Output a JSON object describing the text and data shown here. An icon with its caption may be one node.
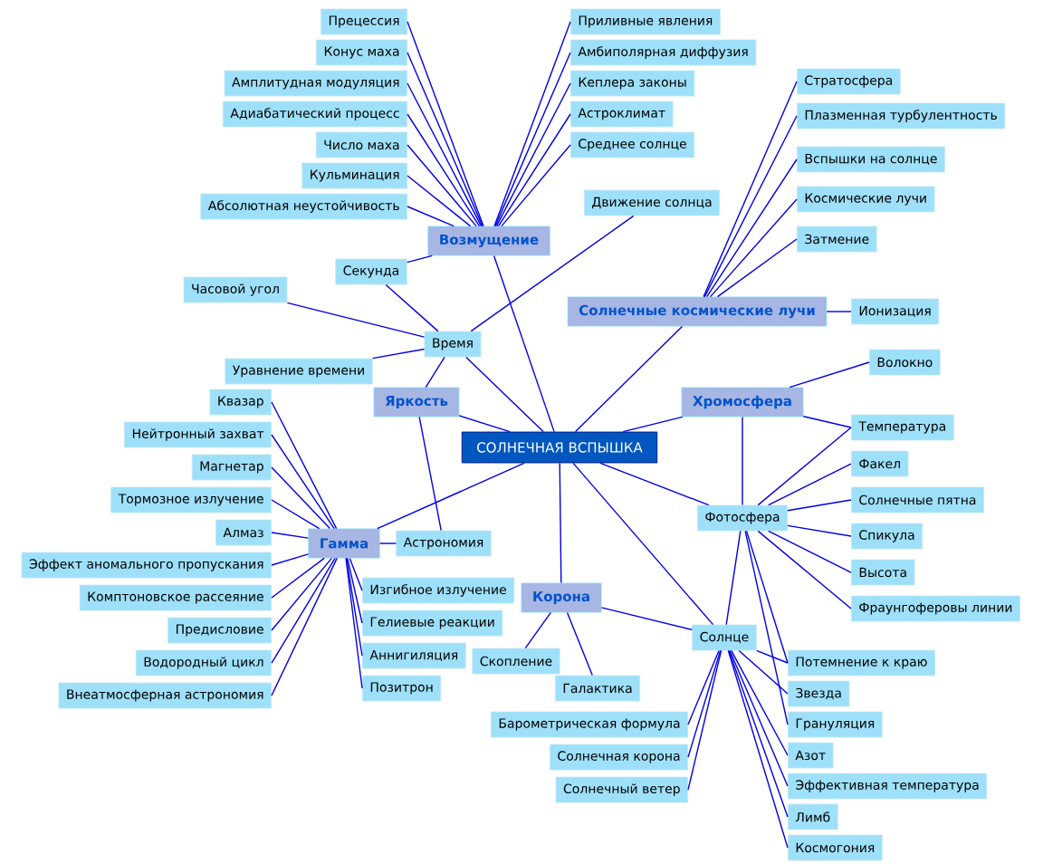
{
  "diagram": {
    "nodes": [
      {
        "text": [
          "Прецессия"
        ]
      },
      {
        "text": [
          "Приливные явления"
        ]
      },
      {
        "text": [
          "Конус маха"
        ]
      },
      {
        "text": [
          "Амбиполярная диффузия"
        ]
      },
      {
        "text": [
          "Амплитудная модуляция"
        ]
      },
      {
        "text": [
          "Кеплера законы"
        ]
      },
      {
        "text": [
          "Стратосфера"
        ]
      },
      {
        "text": [
          "Адиабатический процесс"
        ]
      },
      {
        "text": [
          "Астроклимат"
        ]
      },
      {
        "text": [
          "Плазменная турбулентность"
        ]
      },
      {
        "text": [
          "Число маха"
        ]
      },
      {
        "text": [
          "Кульминация"
        ]
      },
      {
        "text": [
          "Среднее солнце"
        ]
      },
      {
        "text": [
          "Вспышки на солнце"
        ]
      },
      {
        "text": [
          "Абсолютная неустойчивость"
        ]
      },
      {
        "text": [
          "Движение солнца"
        ]
      },
      {
        "text": [
          "Возмущение"
        ]
      },
      {
        "text": [
          "Космические лучи"
        ]
      },
      {
        "text": [
          "Часовой угол"
        ]
      },
      {
        "text": [
          "Секунда"
        ]
      },
      {
        "text": [
          "Затмение"
        ]
      },
      {
        "text": [
          "Солнечные космические лучи"
        ]
      },
      {
        "text": [
          "Ионизация"
        ]
      },
      {
        "text": [
          "Уравнение времени"
        ]
      },
      {
        "text": [
          "Время"
        ]
      },
      {
        "text": [
          "Волокно"
        ]
      },
      {
        "text": [
          "Хромосфера"
        ]
      },
      {
        "text": [
          "Квазар"
        ]
      },
      {
        "text": [
          "Яркость"
        ]
      },
      {
        "text": [
          "Температура"
        ]
      },
      {
        "text": [
          "СОЛНЕЧНАЯ ВСПЫШКА"
        ]
      },
      {
        "text": [
          "Нейтронный захват"
        ]
      },
      {
        "text": [
          "Факел"
        ]
      },
      {
        "text": [
          "Магнетар"
        ]
      },
      {
        "text": [
          "Тормозное излучение"
        ]
      },
      {
        "text": [
          "Фотосфера"
        ]
      },
      {
        "text": [
          "Солнечные пятна"
        ]
      },
      {
        "text": [
          "Алмаз"
        ]
      },
      {
        "text": [
          "Астрономия"
        ]
      },
      {
        "text": [
          "Гамма"
        ]
      },
      {
        "text": [
          "Спикула"
        ]
      },
      {
        "text": [
          "Эффект аномального пропускания"
        ]
      },
      {
        "text": [
          "Высота"
        ]
      },
      {
        "text": [
          "Корона"
        ]
      },
      {
        "text": [
          "Комптоновское рассеяние"
        ]
      },
      {
        "text": [
          "Солнце"
        ]
      },
      {
        "text": [
          "Потемнение к краю"
        ]
      },
      {
        "text": [
          "Фраунгоферовы линии"
        ]
      },
      {
        "text": [
          "Предисловие"
        ]
      },
      {
        "text": [
          "Изгибное излучение"
        ]
      },
      {
        "text": [
          "Звезда"
        ]
      },
      {
        "text": [
          "Гелиевые реакции"
        ]
      },
      {
        "text": [
          "Грануляция"
        ]
      },
      {
        "text": [
          "Аннигиляция"
        ]
      },
      {
        "text": [
          "Водородный цикл"
        ]
      },
      {
        "text": [
          "Азот"
        ]
      },
      {
        "text": [
          "Барометрическая формула"
        ]
      },
      {
        "text": [
          "Позитрон"
        ]
      },
      {
        "text": [
          "Внеатмосферная астрономия"
        ]
      },
      {
        "text": [
          "Солнечная корона"
        ]
      },
      {
        "text": [
          "Эффективная температура"
        ]
      },
      {
        "text": [
          "Скопление"
        ]
      },
      {
        "text": [
          "Лимб"
        ]
      },
      {
        "text": [
          "Солнечный ветер"
        ]
      },
      {
        "text": [
          "Космогония"
        ]
      },
      {
        "text": [
          "Галактика"
        ]
      }
    ],
    "edges": [
      {
        "from": 30,
        "to": 16,
        "arrow": "none"
      },
      {
        "from": 30,
        "to": 24,
        "arrow": "none"
      },
      {
        "from": 30,
        "to": 28,
        "arrow": "none"
      },
      {
        "from": 30,
        "to": 21,
        "arrow": "none"
      },
      {
        "from": 30,
        "to": 26,
        "arrow": "none"
      },
      {
        "from": 30,
        "to": 35,
        "arrow": "none"
      },
      {
        "from": 30,
        "to": 45,
        "arrow": "none"
      },
      {
        "from": 30,
        "to": 43,
        "arrow": "none"
      },
      {
        "from": 30,
        "to": 39,
        "arrow": "none"
      },
      {
        "from": 16,
        "to": 0,
        "arrow": "none"
      },
      {
        "from": 16,
        "to": 1,
        "arrow": "none"
      },
      {
        "from": 16,
        "to": 2,
        "arrow": "none"
      },
      {
        "from": 16,
        "to": 3,
        "arrow": "none"
      },
      {
        "from": 16,
        "to": 4,
        "arrow": "none"
      },
      {
        "from": 16,
        "to": 5,
        "arrow": "none"
      },
      {
        "from": 16,
        "to": 7,
        "arrow": "none"
      },
      {
        "from": 16,
        "to": 8,
        "arrow": "none"
      },
      {
        "from": 16,
        "to": 10,
        "arrow": "none"
      },
      {
        "from": 16,
        "to": 11,
        "arrow": "none"
      },
      {
        "from": 16,
        "to": 12,
        "arrow": "none"
      },
      {
        "from": 16,
        "to": 14,
        "arrow": "none"
      },
      {
        "from": 16,
        "to": 19,
        "arrow": "none"
      },
      {
        "from": 24,
        "to": 18,
        "arrow": "none"
      },
      {
        "from": 24,
        "to": 19,
        "arrow": "none"
      },
      {
        "from": 24,
        "to": 23,
        "arrow": "none"
      },
      {
        "from": 24,
        "to": 15,
        "arrow": "none"
      },
      {
        "from": 28,
        "to": 24,
        "arrow": "none"
      },
      {
        "from": 28,
        "to": 38,
        "arrow": "none"
      },
      {
        "from": 21,
        "to": 6,
        "arrow": "none"
      },
      {
        "from": 21,
        "to": 9,
        "arrow": "none"
      },
      {
        "from": 21,
        "to": 13,
        "arrow": "none"
      },
      {
        "from": 21,
        "to": 17,
        "arrow": "none"
      },
      {
        "from": 21,
        "to": 20,
        "arrow": "none"
      },
      {
        "from": 21,
        "to": 22,
        "arrow": "none"
      },
      {
        "from": 26,
        "to": 25,
        "arrow": "none"
      },
      {
        "from": 26,
        "to": 29,
        "arrow": "none"
      },
      {
        "from": 26,
        "to": 35,
        "arrow": "none"
      },
      {
        "from": 35,
        "to": 29,
        "arrow": "none"
      },
      {
        "from": 35,
        "to": 32,
        "arrow": "none"
      },
      {
        "from": 35,
        "to": 36,
        "arrow": "none"
      },
      {
        "from": 35,
        "to": 42,
        "arrow": "none"
      },
      {
        "from": 35,
        "to": 40,
        "arrow": "none"
      },
      {
        "from": 35,
        "to": 45,
        "arrow": "none"
      },
      {
        "from": 35,
        "to": 46,
        "arrow": "none"
      },
      {
        "from": 35,
        "to": 47,
        "arrow": "none"
      },
      {
        "from": 35,
        "to": 52,
        "arrow": "none"
      },
      {
        "from": 45,
        "to": 43,
        "arrow": "none"
      },
      {
        "from": 45,
        "to": 46,
        "arrow": "none"
      },
      {
        "from": 45,
        "to": 50,
        "arrow": "none"
      },
      {
        "from": 45,
        "to": 55,
        "arrow": "none"
      },
      {
        "from": 45,
        "to": 56,
        "arrow": "none"
      },
      {
        "from": 45,
        "to": 59,
        "arrow": "none"
      },
      {
        "from": 45,
        "to": 60,
        "arrow": "none"
      },
      {
        "from": 45,
        "to": 62,
        "arrow": "none"
      },
      {
        "from": 45,
        "to": 63,
        "arrow": "none"
      },
      {
        "from": 45,
        "to": 64,
        "arrow": "none"
      },
      {
        "from": 43,
        "to": 61,
        "arrow": "none"
      },
      {
        "from": 43,
        "to": 65,
        "arrow": "none"
      },
      {
        "from": 39,
        "to": 27,
        "arrow": "none"
      },
      {
        "from": 39,
        "to": 31,
        "arrow": "none"
      },
      {
        "from": 39,
        "to": 33,
        "arrow": "none"
      },
      {
        "from": 39,
        "to": 34,
        "arrow": "none"
      },
      {
        "from": 39,
        "to": 37,
        "arrow": "none"
      },
      {
        "from": 39,
        "to": 38,
        "arrow": "none"
      },
      {
        "from": 39,
        "to": 41,
        "arrow": "none"
      },
      {
        "from": 39,
        "to": 44,
        "arrow": "none"
      },
      {
        "from": 39,
        "to": 48,
        "arrow": "none"
      },
      {
        "from": 39,
        "to": 49,
        "arrow": "none"
      },
      {
        "from": 39,
        "to": 51,
        "arrow": "none"
      },
      {
        "from": 39,
        "to": 53,
        "arrow": "none"
      },
      {
        "from": 39,
        "to": 54,
        "arrow": "none"
      },
      {
        "from": 39,
        "to": 57,
        "arrow": "none"
      },
      {
        "from": 39,
        "to": 58,
        "arrow": "none"
      }
    ]
  }
}
